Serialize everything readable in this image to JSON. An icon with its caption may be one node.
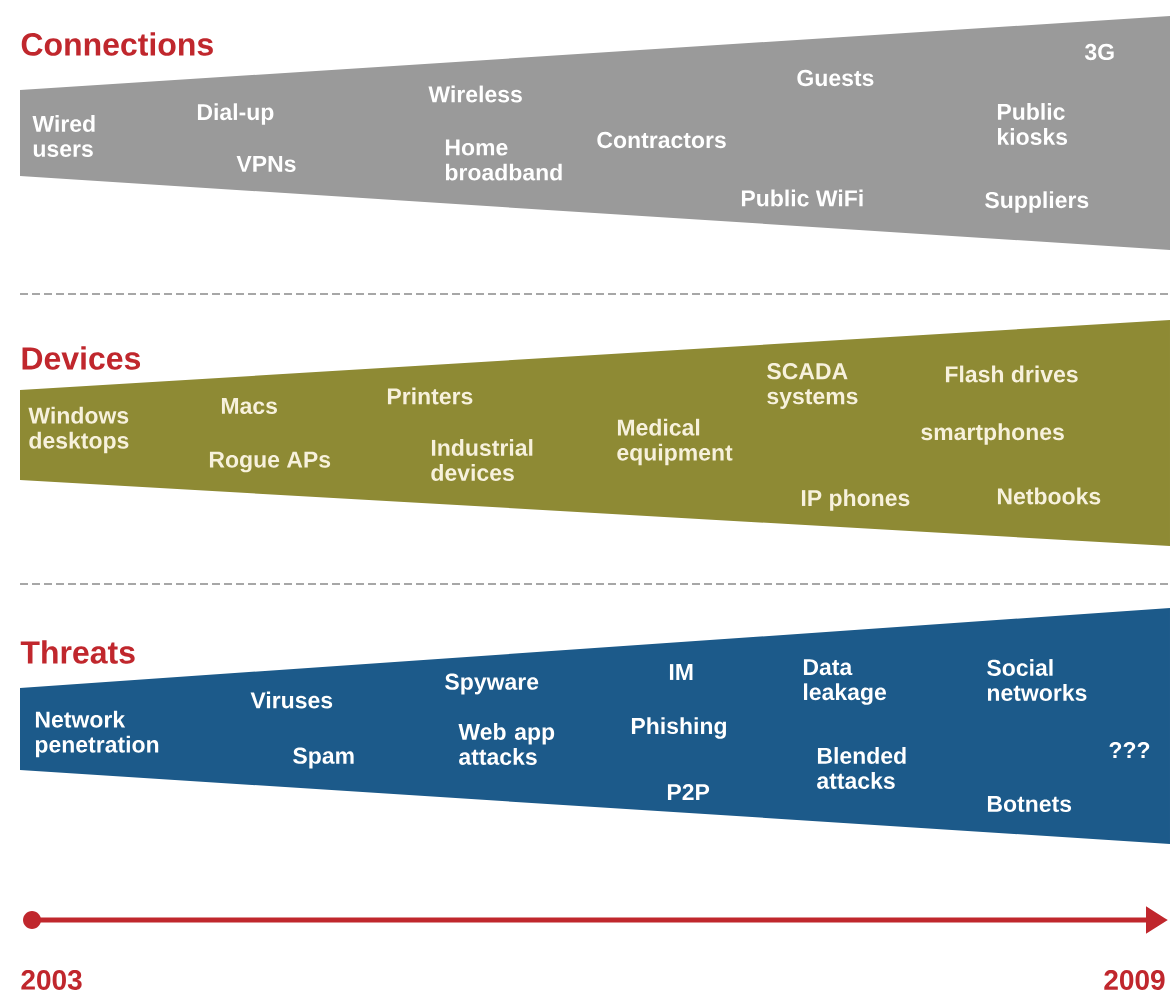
{
  "diagram": {
    "nodes": [
      {
        "text": [
          "Connections",
          "Wired users",
          "Dial-up",
          "VPNs",
          "Wireless",
          "Home broadband",
          "Contractors",
          "Guests",
          "Public WiFi",
          "3G",
          "Public kiosks",
          "Suppliers"
        ]
      },
      {
        "text": [
          "Devices",
          "Windows desktops",
          "Macs",
          "Rogue APs",
          "Printers",
          "Industrial devices",
          "Medical equipment",
          "SCADA systems",
          "Flash drives",
          "smartphones",
          "IP phones",
          "Netbooks"
        ]
      },
      {
        "text": [
          "Threats",
          "Network penetration",
          "Viruses",
          "Spam",
          "Spyware",
          "Web app attacks",
          "IM",
          "Phishing",
          "P2P",
          "Data leakage",
          "Blended attacks",
          "Social networks",
          "???",
          "Botnets"
        ]
      }
    ],
    "labels": [
      "2003",
      "2009"
    ]
  }
}
